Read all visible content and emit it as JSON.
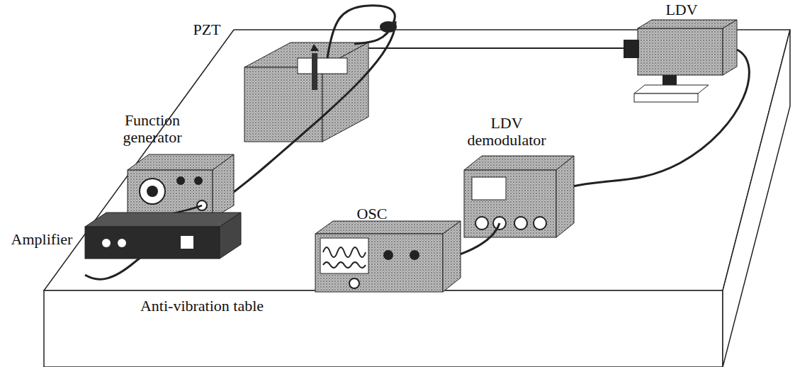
{
  "diagram": {
    "labels": [
      "PZT",
      "LDV",
      "Function generator",
      "LDV demodulator",
      "Amplifier",
      "OSC",
      "Anti-vibration table"
    ]
  }
}
